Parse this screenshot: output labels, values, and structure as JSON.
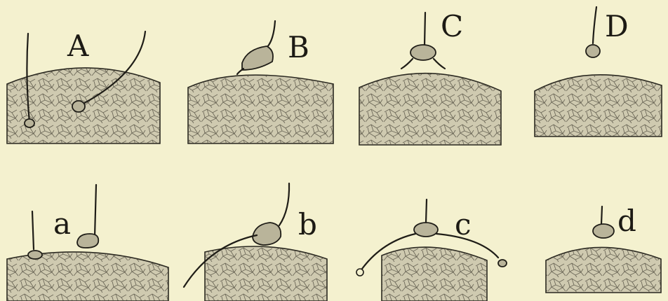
{
  "panels": [
    {
      "id": "A",
      "label": "A"
    },
    {
      "id": "B",
      "label": "B"
    },
    {
      "id": "C",
      "label": "C"
    },
    {
      "id": "D",
      "label": "D"
    },
    {
      "id": "a",
      "label": "a"
    },
    {
      "id": "b",
      "label": "b"
    },
    {
      "id": "c",
      "label": "c"
    },
    {
      "id": "d",
      "label": "d"
    }
  ],
  "colors": {
    "background": "#f4f1cf",
    "ink": "#1f1d17",
    "body": "#cfcab0"
  }
}
